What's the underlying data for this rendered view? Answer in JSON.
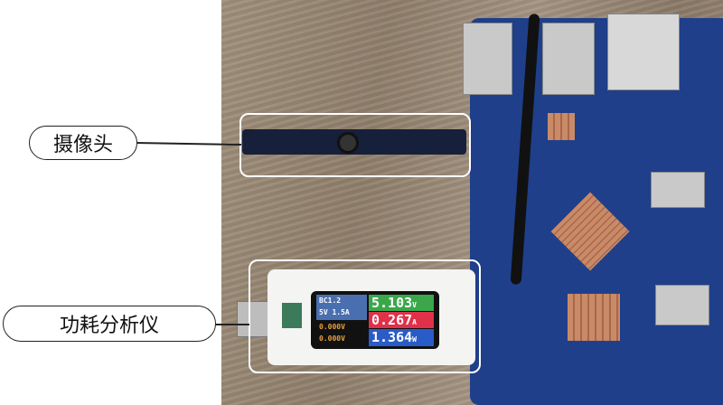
{
  "labels": {
    "camera": "摄像头",
    "power_analyzer": "功耗分析仪"
  },
  "meter": {
    "mode": "BC1.2",
    "rating": "5V 1.5A",
    "dp": "0.000V",
    "dm": "0.000V",
    "voltage": "5.103",
    "voltage_unit": "V",
    "current": "0.267",
    "current_unit": "A",
    "power": "1.364",
    "power_unit": "W"
  },
  "colors": {
    "voltage": "#3aa84a",
    "current": "#e0304a",
    "power": "#2a5cc8",
    "info": "#4a6fb0"
  }
}
